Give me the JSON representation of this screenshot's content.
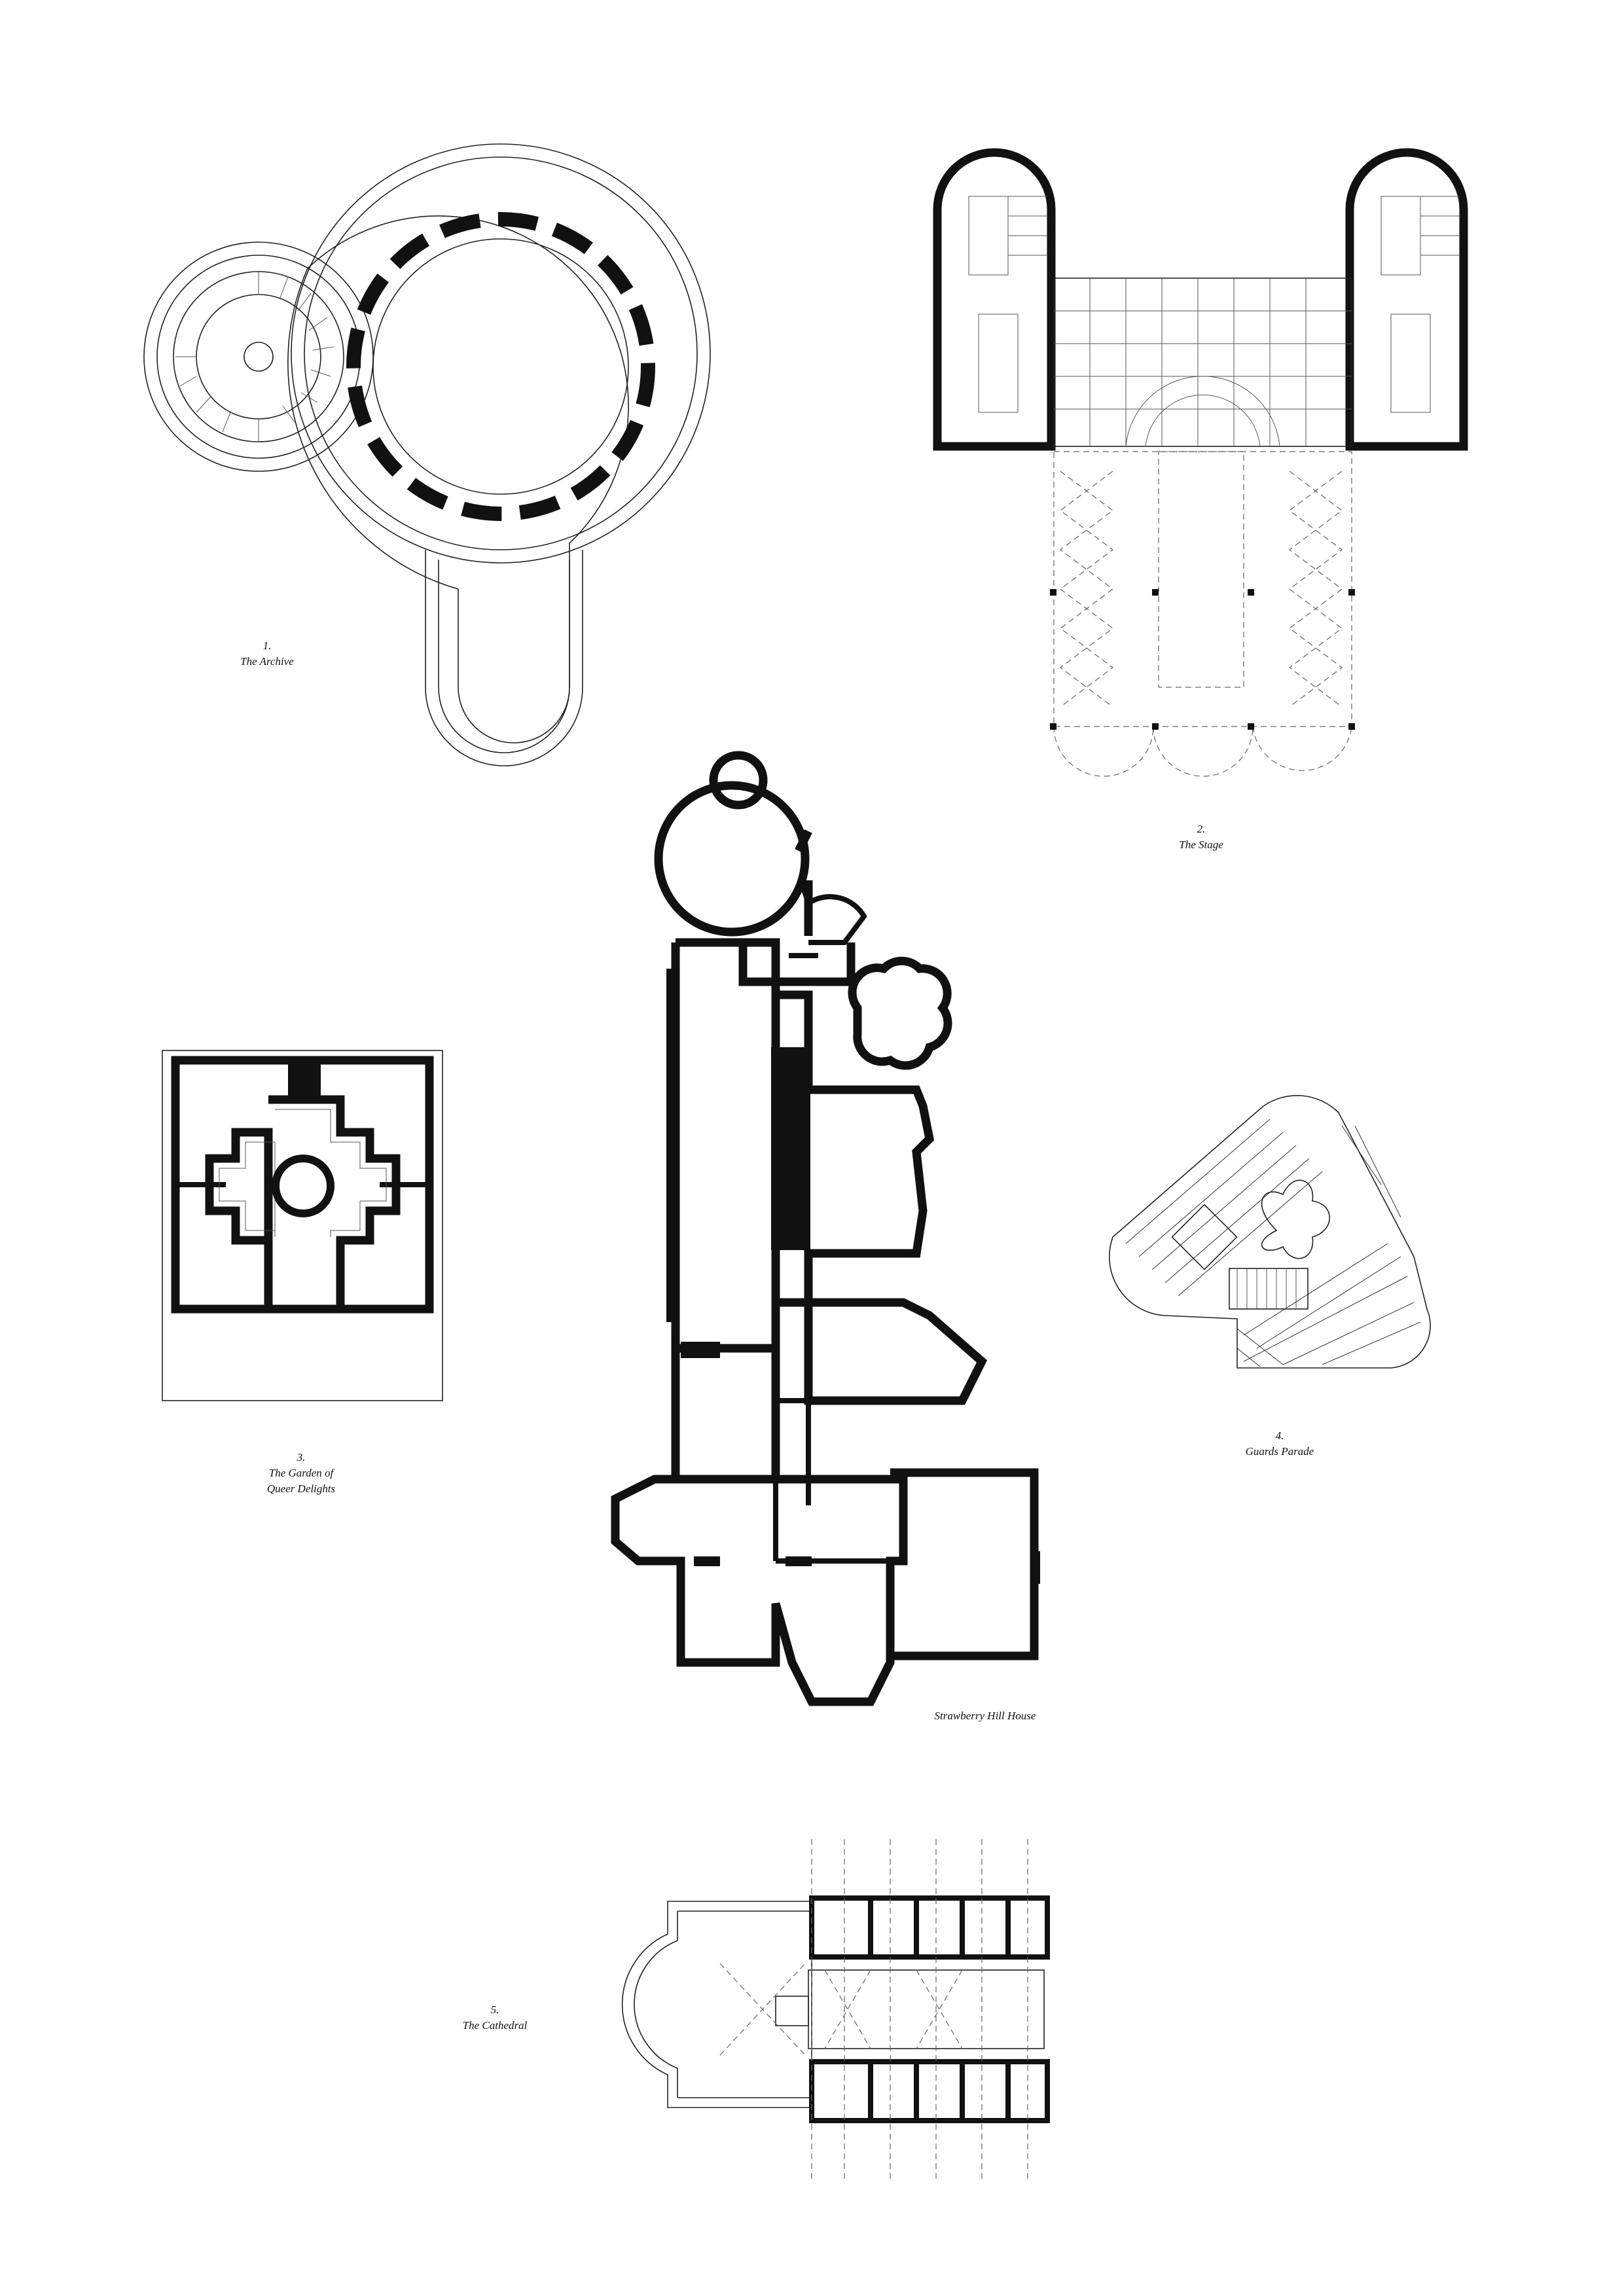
{
  "drawings": {
    "archive": {
      "number": "1.",
      "title": "The Archive"
    },
    "stage": {
      "number": "2.",
      "title": "The Stage"
    },
    "garden": {
      "number": "3.",
      "title_line1": "The Garden of",
      "title_line2": "Queer Delights"
    },
    "guards": {
      "number": "4.",
      "title": "Guards Parade"
    },
    "house": {
      "title": "Strawberry Hill House"
    },
    "cathedral": {
      "number": "5.",
      "title": "The Cathedral"
    }
  },
  "colors": {
    "ink": "#111111",
    "paper": "#ffffff",
    "line_grey": "#666666"
  }
}
